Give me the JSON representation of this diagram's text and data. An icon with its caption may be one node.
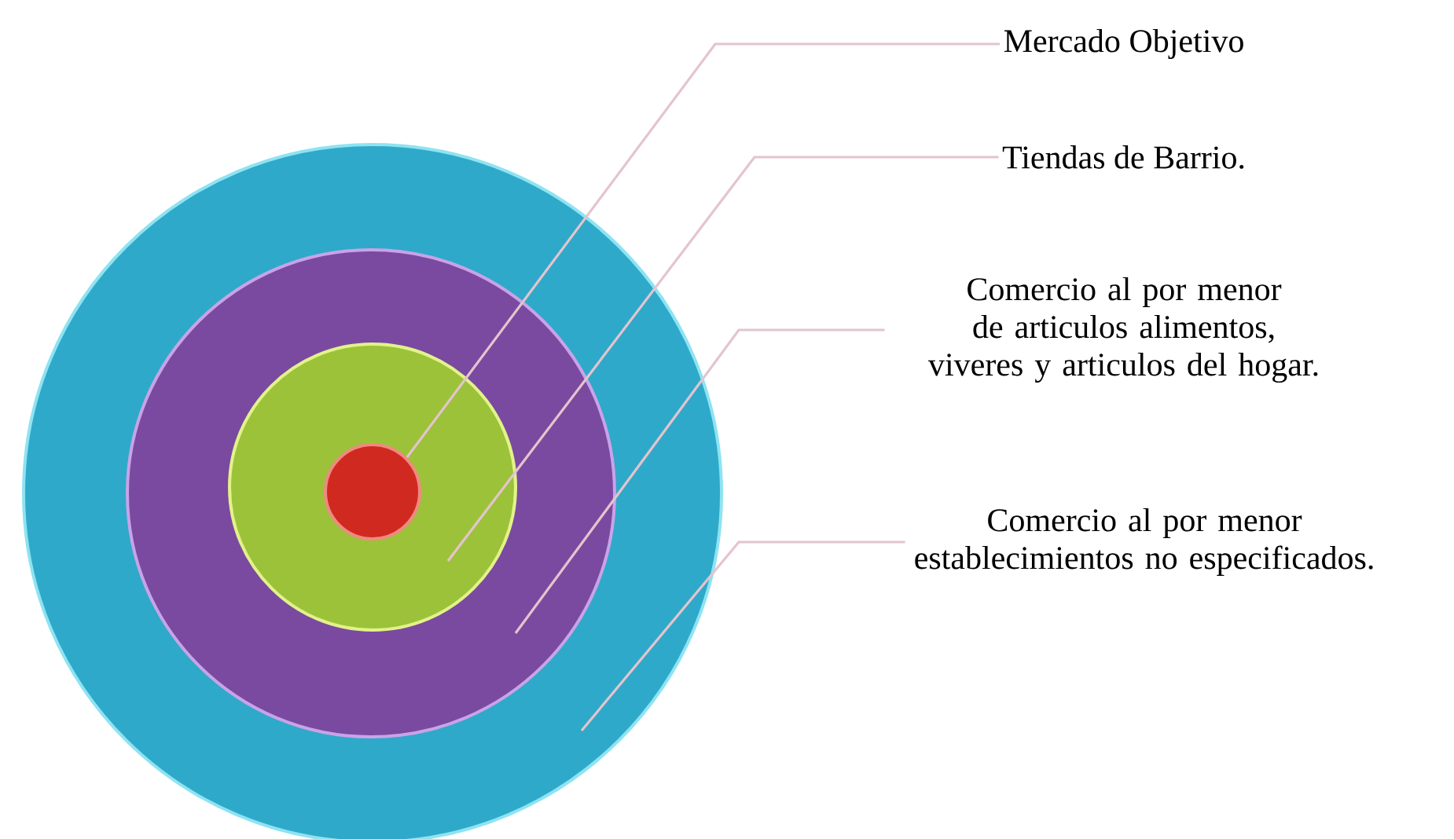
{
  "diagram": {
    "nodes": [
      {
        "text": [],
        "shape": "circle"
      },
      {
        "text": [],
        "shape": "circle",
        "in": 0
      },
      {
        "text": [],
        "shape": "circle",
        "in": 1
      },
      {
        "text": [],
        "shape": "circle",
        "in": 2
      },
      {
        "text": [
          "Mercado Objetivo"
        ]
      },
      {
        "text": [
          "Tiendas de Barrio."
        ]
      },
      {
        "text": [
          "Comercio al por menor de articulos alimentos, viveres y articulos del hogar."
        ]
      },
      {
        "text": [
          "Comercio al por menor establecimientos no especificados."
        ]
      }
    ],
    "edges": [
      {
        "from": 4,
        "to": 3,
        "arrow": "none"
      },
      {
        "from": 5,
        "to": 2,
        "arrow": "none"
      },
      {
        "from": 6,
        "to": 1,
        "arrow": "none"
      },
      {
        "from": 7,
        "to": 0,
        "arrow": "none"
      }
    ]
  }
}
